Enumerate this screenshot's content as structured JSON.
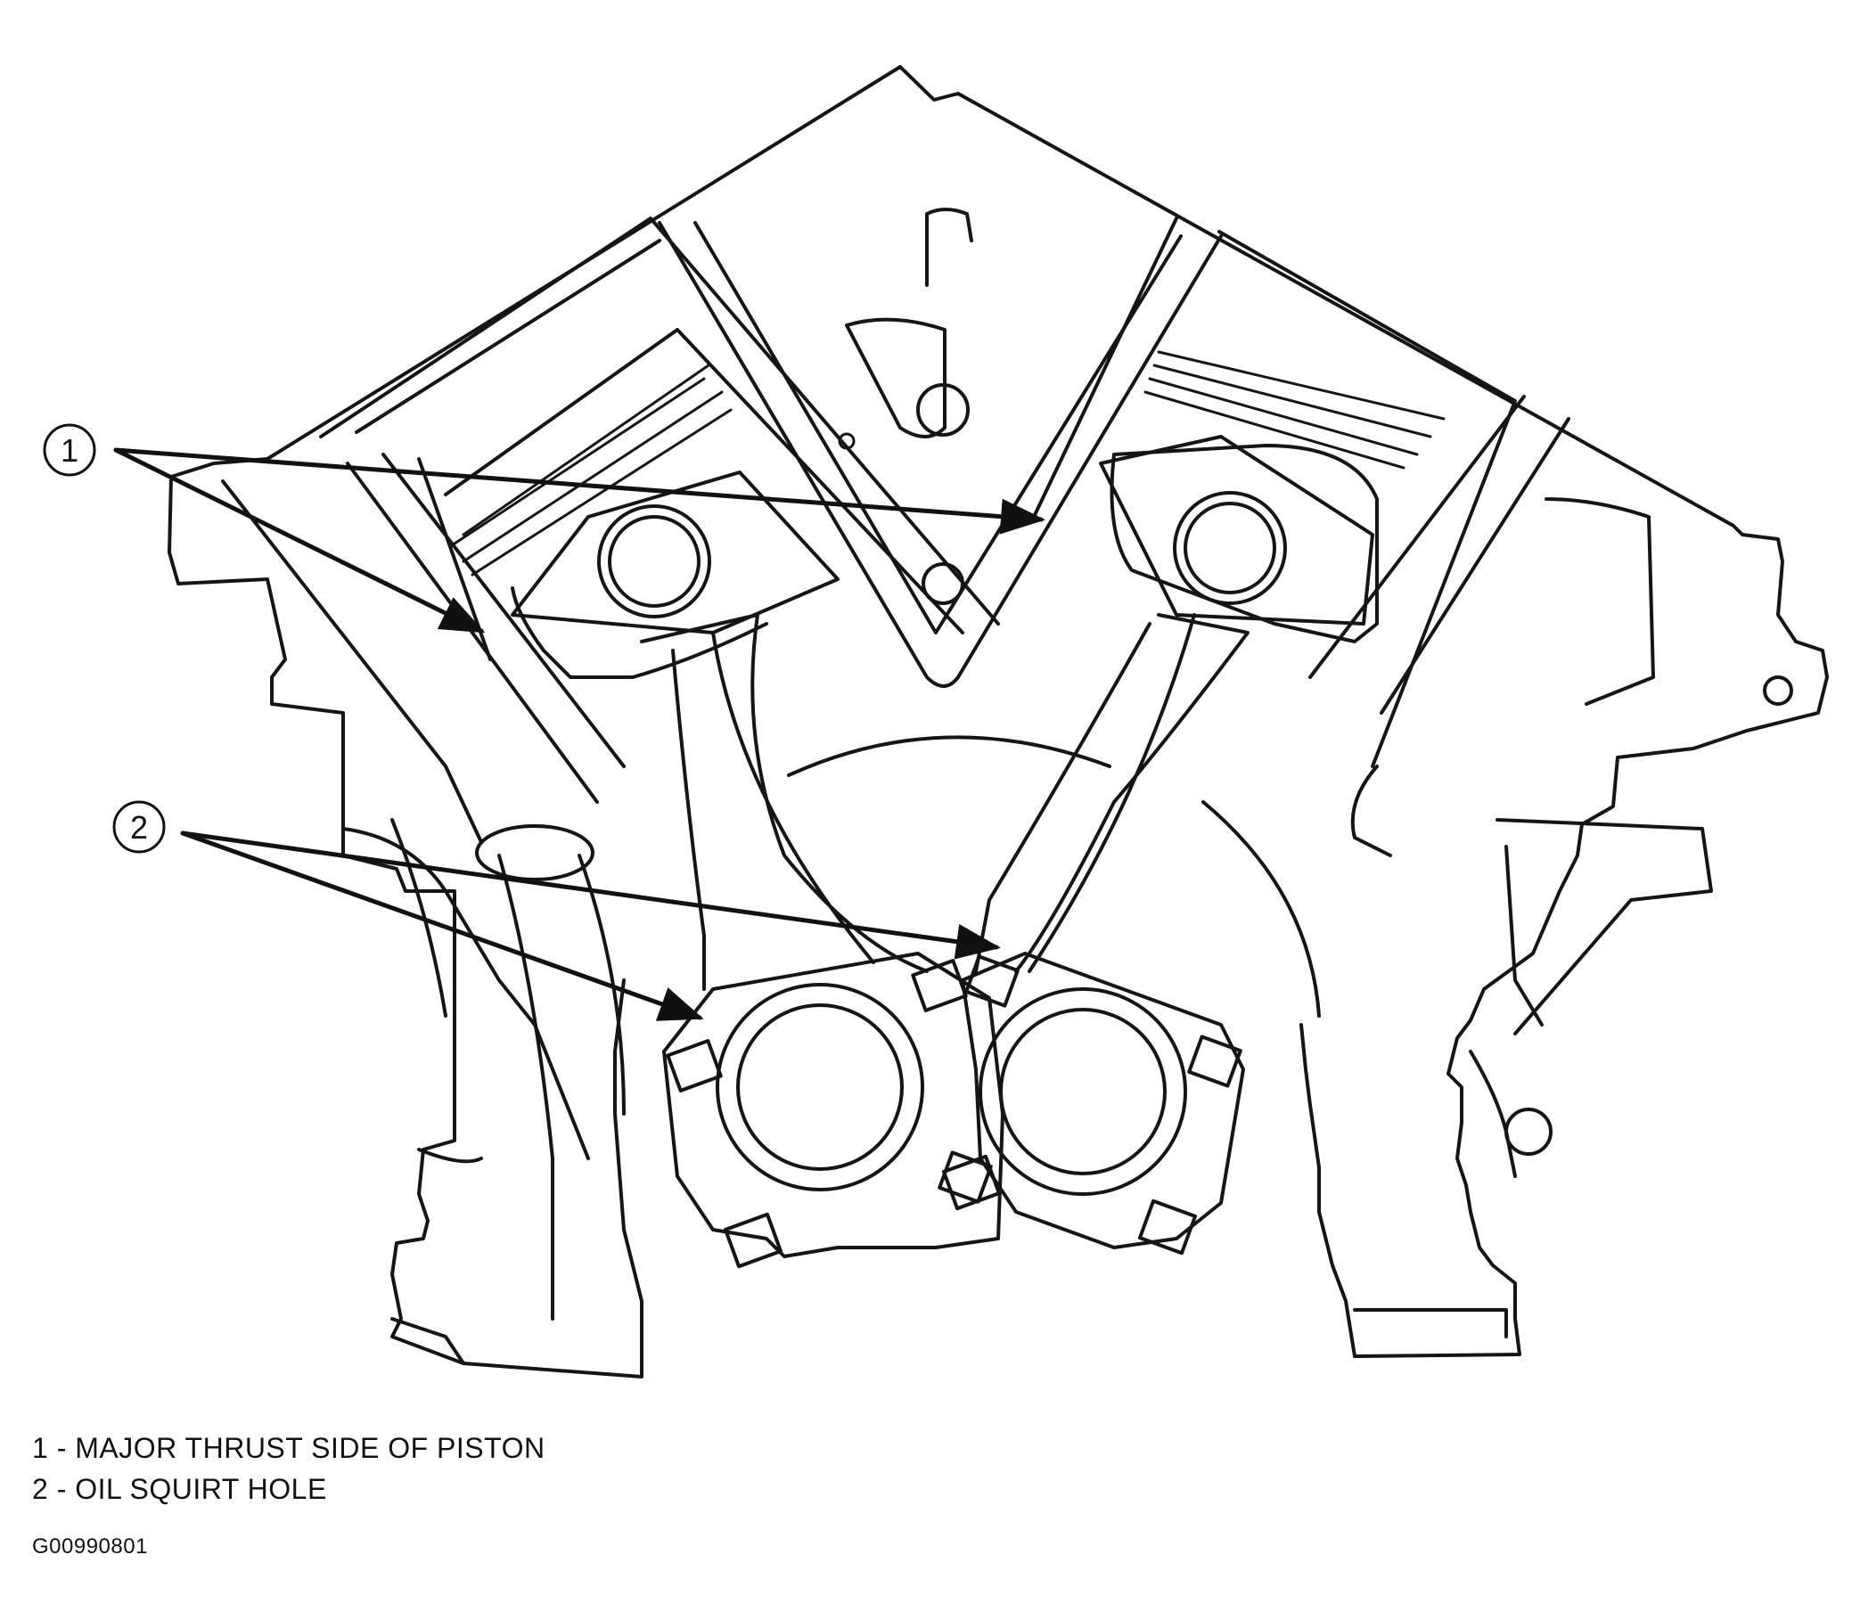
{
  "callouts": [
    {
      "number": "1"
    },
    {
      "number": "2"
    }
  ],
  "legend": [
    {
      "text": "1 - MAJOR THRUST SIDE OF PISTON"
    },
    {
      "text": "2 - OIL SQUIRT HOLE"
    }
  ],
  "figure_id": "G00990801",
  "colors": {
    "line": "#151515",
    "background": "#ffffff"
  }
}
